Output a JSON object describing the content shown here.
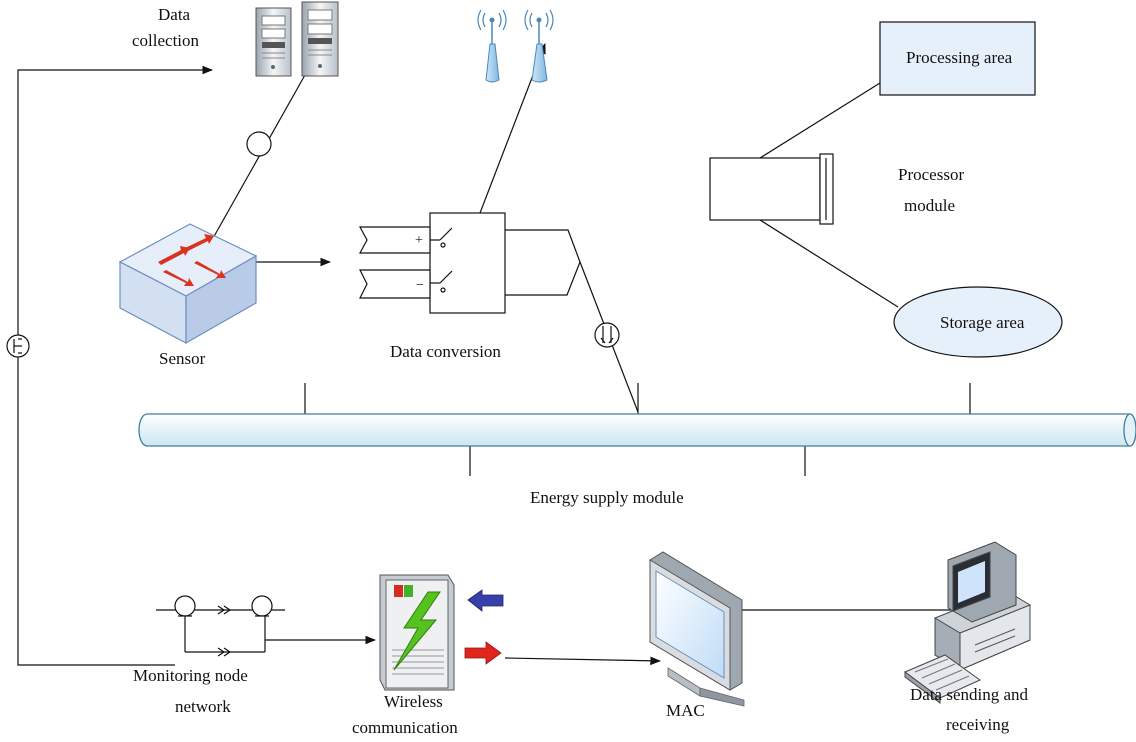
{
  "labels": {
    "data_collection_line1": "Data",
    "data_collection_line2": "collection",
    "sensor": "Sensor",
    "data_conversion": "Data conversion",
    "processing_area": "Processing area",
    "processor_module_line1": "Processor",
    "processor_module_line2": "module",
    "storage_area": "Storage area",
    "energy_supply_module": "Energy supply module",
    "monitoring_node_network_line1": "Monitoring node",
    "monitoring_node_network_line2": "network",
    "wireless_communication_line1": "Wireless",
    "wireless_communication_line2": "communication",
    "mac": "MAC",
    "data_sending_line1": "Data sending and",
    "data_sending_line2": "receiving"
  },
  "switch_signs": {
    "plus": "+",
    "minus": "−"
  },
  "colors": {
    "line": "#111111",
    "pipe_fill": "#e4f2f8",
    "pipe_stroke": "#3f7f9e",
    "sensor_top": "#e6eef9",
    "sensor_side": "#b9cbe6",
    "sensor_arrow": "#d9331e",
    "bolt": "#55c21d",
    "blue_arrow": "#3640a8",
    "red_arrow": "#e0261c",
    "monitor_screen": "#cfe4fb",
    "storage_fill": "#e6f0fb"
  },
  "icons": [
    "server-icon",
    "antenna-icon",
    "network-switch-icon",
    "wireless-lightning-icon",
    "monitor-icon",
    "desktop-computer-icon",
    "keyboard-icon"
  ]
}
